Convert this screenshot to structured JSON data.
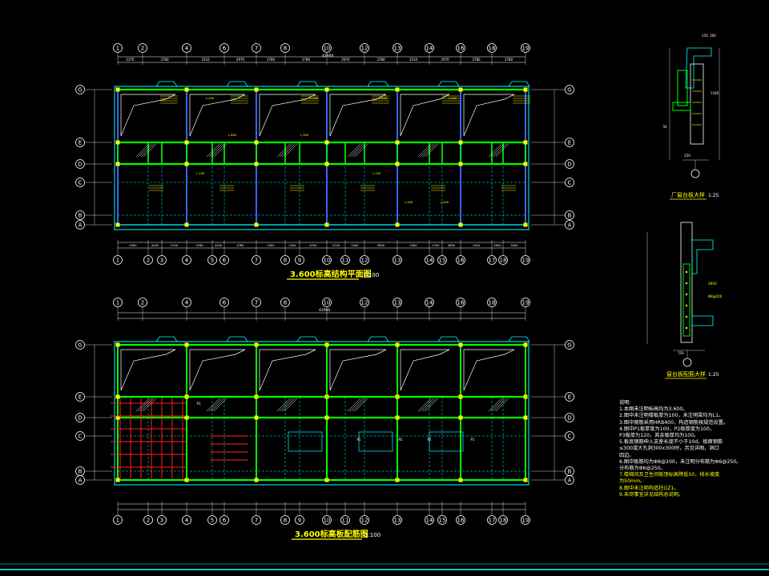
{
  "plan_top": {
    "title": "3.600标高结构平面图",
    "scale": "1:100",
    "top_axes": [
      "1",
      "2",
      "4",
      "6",
      "7",
      "8",
      "10",
      "12",
      "13",
      "14",
      "16",
      "18",
      "19"
    ],
    "bottom_axes": [
      "1",
      "2",
      "3",
      "4",
      "5",
      "6",
      "7",
      "8",
      "9",
      "10",
      "11",
      "12",
      "13",
      "14",
      "15",
      "16",
      "17",
      "18",
      "19"
    ],
    "side_axes": [
      "G",
      "E",
      "D",
      "C",
      "B",
      "A"
    ],
    "top_dims": [
      "2370",
      "3780",
      "3510",
      "2970",
      "3780",
      "3780",
      "2970",
      "3780",
      "3510",
      "2970",
      "3780",
      "3780"
    ],
    "bottom_dims": [
      "3300",
      "4200",
      "2700",
      "3780",
      "4200",
      "3780",
      "2500",
      "1500",
      "6700",
      "3720",
      "1500",
      "3600",
      "3300",
      "2700",
      "3600",
      "1500",
      "3900",
      "3300"
    ],
    "overall": "42900",
    "beam_labels": [
      "L-100",
      "L-400",
      "L-500",
      "L-200",
      "L-600",
      "L-300",
      "L-700",
      "L-100",
      "L-200",
      "L-100"
    ]
  },
  "plan_bottom": {
    "title": "3.600标高板配筋图",
    "scale": "1:100",
    "top_axes": [
      "1",
      "2",
      "4",
      "6",
      "7",
      "8",
      "10",
      "12",
      "13",
      "14",
      "16",
      "18",
      "19"
    ],
    "bottom_axes": [
      "1",
      "2",
      "3",
      "4",
      "5",
      "6",
      "7",
      "8",
      "9",
      "10",
      "11",
      "12",
      "13",
      "14",
      "15",
      "16",
      "17",
      "18",
      "19"
    ],
    "side_axes": [
      "G",
      "E",
      "D",
      "C",
      "B",
      "A"
    ],
    "overall": "42900",
    "slab_labels": [
      "P3",
      "P1",
      "P2",
      "P2",
      "P1"
    ]
  },
  "detail_1": {
    "title": "厂窗台板大样",
    "scale": "1:25",
    "dims": [
      "150",
      "300",
      "1100",
      "50",
      "250"
    ]
  },
  "detail_2": {
    "title": "窗台板配筋大样",
    "scale": "1:25",
    "dims": [
      "750",
      "2Φ10",
      "Φ8@200"
    ]
  },
  "notes": {
    "heading": "说明:",
    "lines": [
      "1.本图未注明标高均为3.600。",
      "2.图中未注明楼板厚为100，未注明梁均为L1。",
      "3.图中钢筋采用HRB400，构造钢筋按规范设置。",
      "4.图中P1板厚度为100，P2板厚度为100，",
      "  P3板厚为120，其余板厚均为100。",
      "5.板底钢筋伸入支座长度不小于10d，板面钢筋",
      "  ≤300或大孔洞300x300时，另见详图，洞口",
      "  四边。",
      "6.图中板筋均为Φ8@200，未注明分布筋为Φ6@250。",
      "  分布筋为Φ6@250。",
      "7.楼梯间及卫生间板顶标高降低50，排水坡度",
      "  为50mm。",
      "8.图中未注明构造柱GZ1。",
      "9.未尽事宜详见结构总说明。"
    ]
  },
  "colors": {
    "background": "#000000",
    "axis_circle": "#ffffff",
    "beam": "#00ff00",
    "beam_blue": "#3366ff",
    "dashed": "#00ffff",
    "text_yellow": "#ffff00",
    "rebar_red": "#ff2020",
    "title_yellow": "#ffff00"
  }
}
